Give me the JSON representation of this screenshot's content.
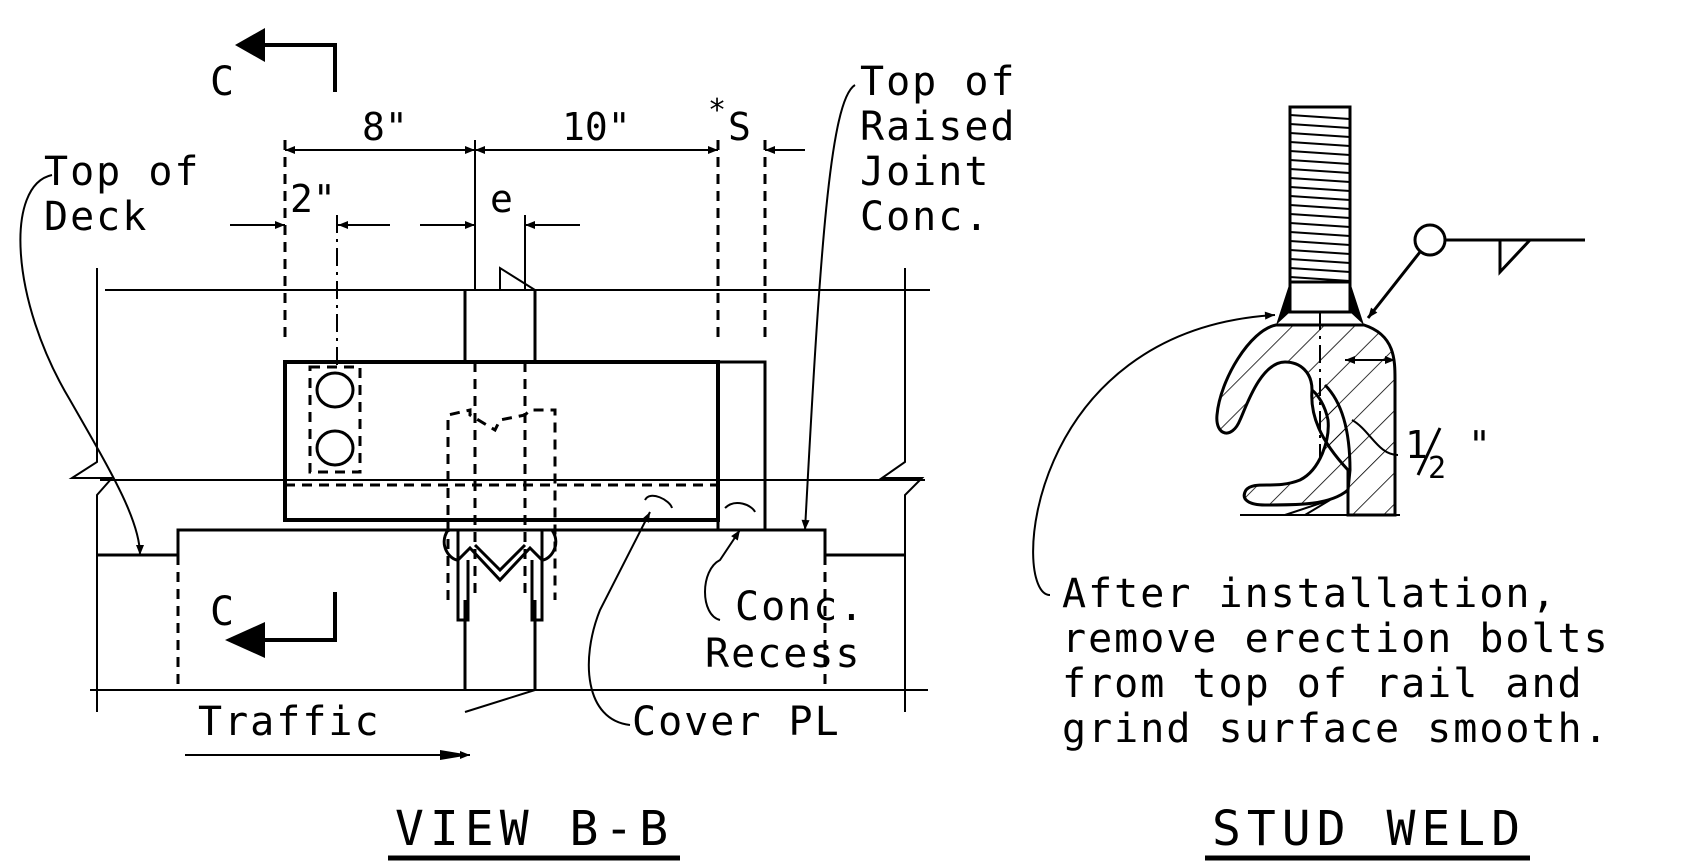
{
  "view_bb": {
    "title": "VIEW B-B",
    "section_mark": "C",
    "dims": {
      "d8": "8\"",
      "d10": "10\"",
      "s_star": "*",
      "s": "S",
      "d2": "2\"",
      "e": "e"
    },
    "labels": {
      "top_of_deck_1": "Top of",
      "top_of_deck_2": "Deck",
      "raised_1": "Top of",
      "raised_2": "Raised",
      "raised_3": "Joint",
      "raised_4": "Conc.",
      "recess_1": "Conc.",
      "recess_2": "Recess",
      "cover": "Cover PL",
      "traffic": "Traffic"
    }
  },
  "stud_weld": {
    "title": "STUD WELD",
    "dim_half": "1/2\"",
    "dim_half_num": "1",
    "dim_half_den": "2",
    "dim_half_unit": "\"",
    "note": [
      "After installation,",
      "remove erection bolts",
      "from top of rail and",
      "grind surface smooth."
    ]
  }
}
